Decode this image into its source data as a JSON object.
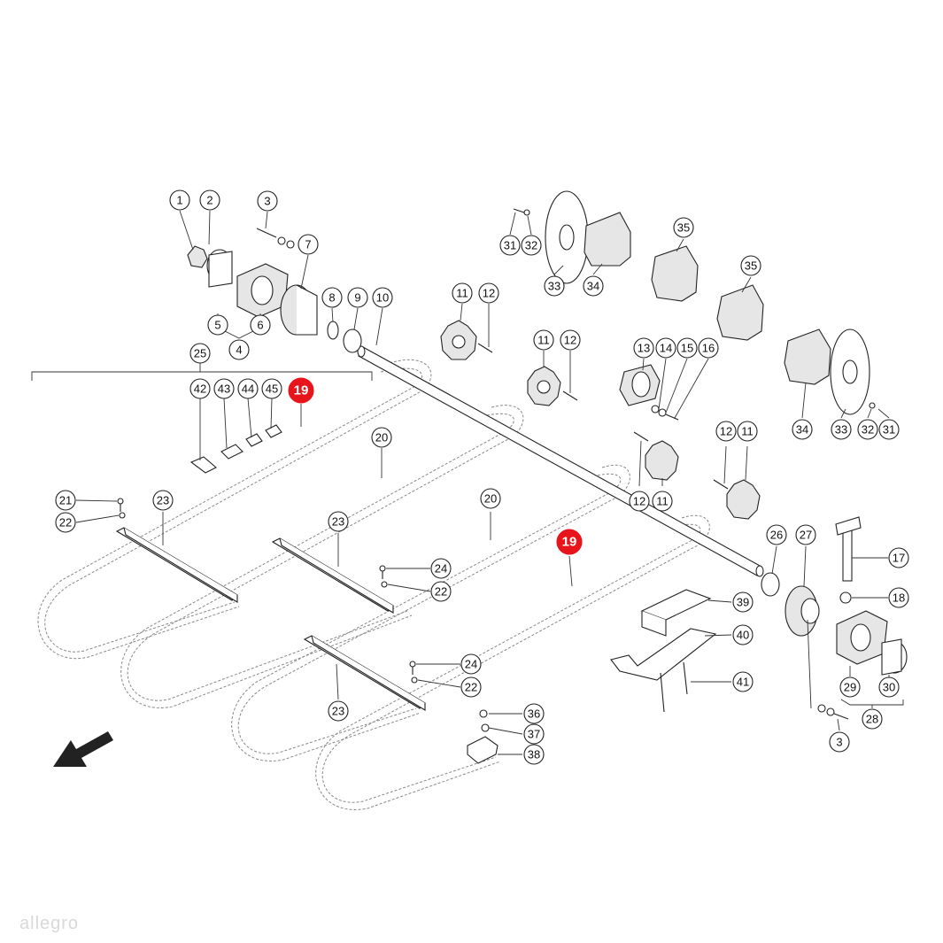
{
  "watermark": "allegro",
  "colors": {
    "highlight": "#e8141b",
    "line": "#222222",
    "chain": "#888888"
  },
  "callouts": [
    "1",
    "2",
    "3",
    "4",
    "5",
    "6",
    "7",
    "8",
    "9",
    "10",
    "11",
    "12",
    "13",
    "14",
    "15",
    "16",
    "17",
    "18",
    "19",
    "20",
    "21",
    "22",
    "23",
    "24",
    "25",
    "26",
    "27",
    "28",
    "29",
    "30",
    "31",
    "32",
    "33",
    "34",
    "35",
    "36",
    "37",
    "38",
    "39",
    "40",
    "41",
    "42",
    "43",
    "44",
    "45"
  ],
  "highlighted_part": "19",
  "direction_arrow": "arrow-down-left-icon"
}
